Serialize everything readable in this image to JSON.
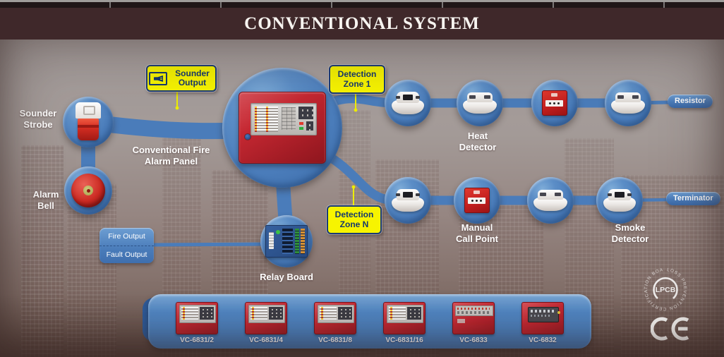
{
  "header": {
    "title": "CONVENTIONAL SYSTEM"
  },
  "nodes": {
    "sounder_strobe": "Sounder Strobe",
    "alarm_bell": "Alarm Bell",
    "panel": "Conventional Fire Alarm Panel",
    "relay_board": "Relay Board",
    "heat_detector": "Heat Detector",
    "manual_call_point": "Manual Call Point",
    "smoke_detector": "Smoke Detector"
  },
  "tags": {
    "sounder_output": "Sounder Output",
    "detection_zone_1": "Detection Zone 1",
    "detection_zone_n": "Detection Zone N"
  },
  "outputs": {
    "fire": "Fire Output",
    "fault": "Fault Output"
  },
  "line_terminations": {
    "resistor": "Resistor",
    "terminator": "Terminator"
  },
  "products": [
    {
      "model": "VC-6831/2"
    },
    {
      "model": "VC-6831/4"
    },
    {
      "model": "VC-6831/8"
    },
    {
      "model": "VC-6831/16"
    },
    {
      "model": "VC-6833"
    },
    {
      "model": "VC-6832"
    }
  ],
  "certifications": {
    "lpcb": "LPCB",
    "lpcb_ring_text": "LOSS PREVENTION CERTIFICATION BOARD",
    "ce": "CE"
  },
  "icons": {
    "sounder_output": "speaker-icon"
  },
  "colors": {
    "accent_blue": "#4a7cba",
    "tag_yellow": "#f7f400",
    "tag_navy": "#1b3c74",
    "panel_red": "#c0232b",
    "header_maroon": "#3f282a"
  }
}
